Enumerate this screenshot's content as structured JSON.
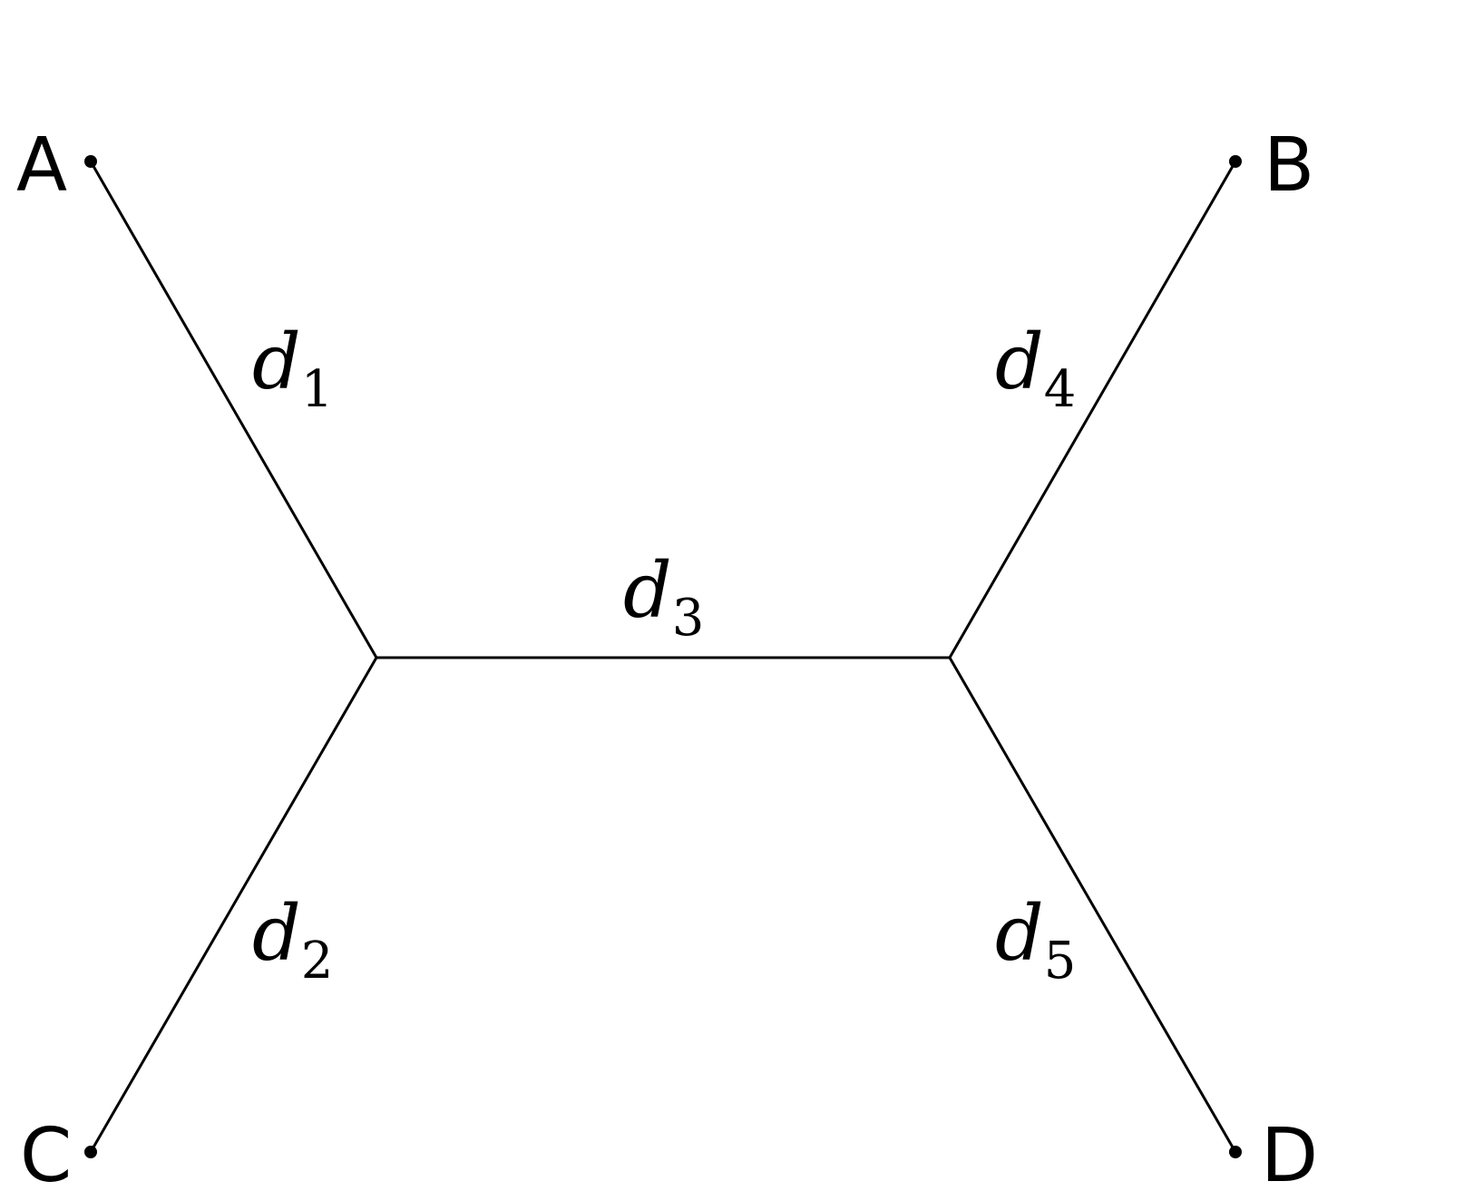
{
  "tree": {
    "leaves": [
      {
        "id": "A",
        "label": "A"
      },
      {
        "id": "B",
        "label": "B"
      },
      {
        "id": "C",
        "label": "C"
      },
      {
        "id": "D",
        "label": "D"
      }
    ],
    "edges": [
      {
        "id": "d1",
        "from": "A",
        "to": "left-node",
        "base": "d",
        "sub": "1"
      },
      {
        "id": "d2",
        "from": "C",
        "to": "left-node",
        "base": "d",
        "sub": "2"
      },
      {
        "id": "d3",
        "from": "left-node",
        "to": "right-node",
        "base": "d",
        "sub": "3"
      },
      {
        "id": "d4",
        "from": "B",
        "to": "right-node",
        "base": "d",
        "sub": "4"
      },
      {
        "id": "d5",
        "from": "D",
        "to": "right-node",
        "base": "d",
        "sub": "5"
      }
    ]
  },
  "colors": {
    "line": "#000000",
    "background": "#ffffff"
  }
}
